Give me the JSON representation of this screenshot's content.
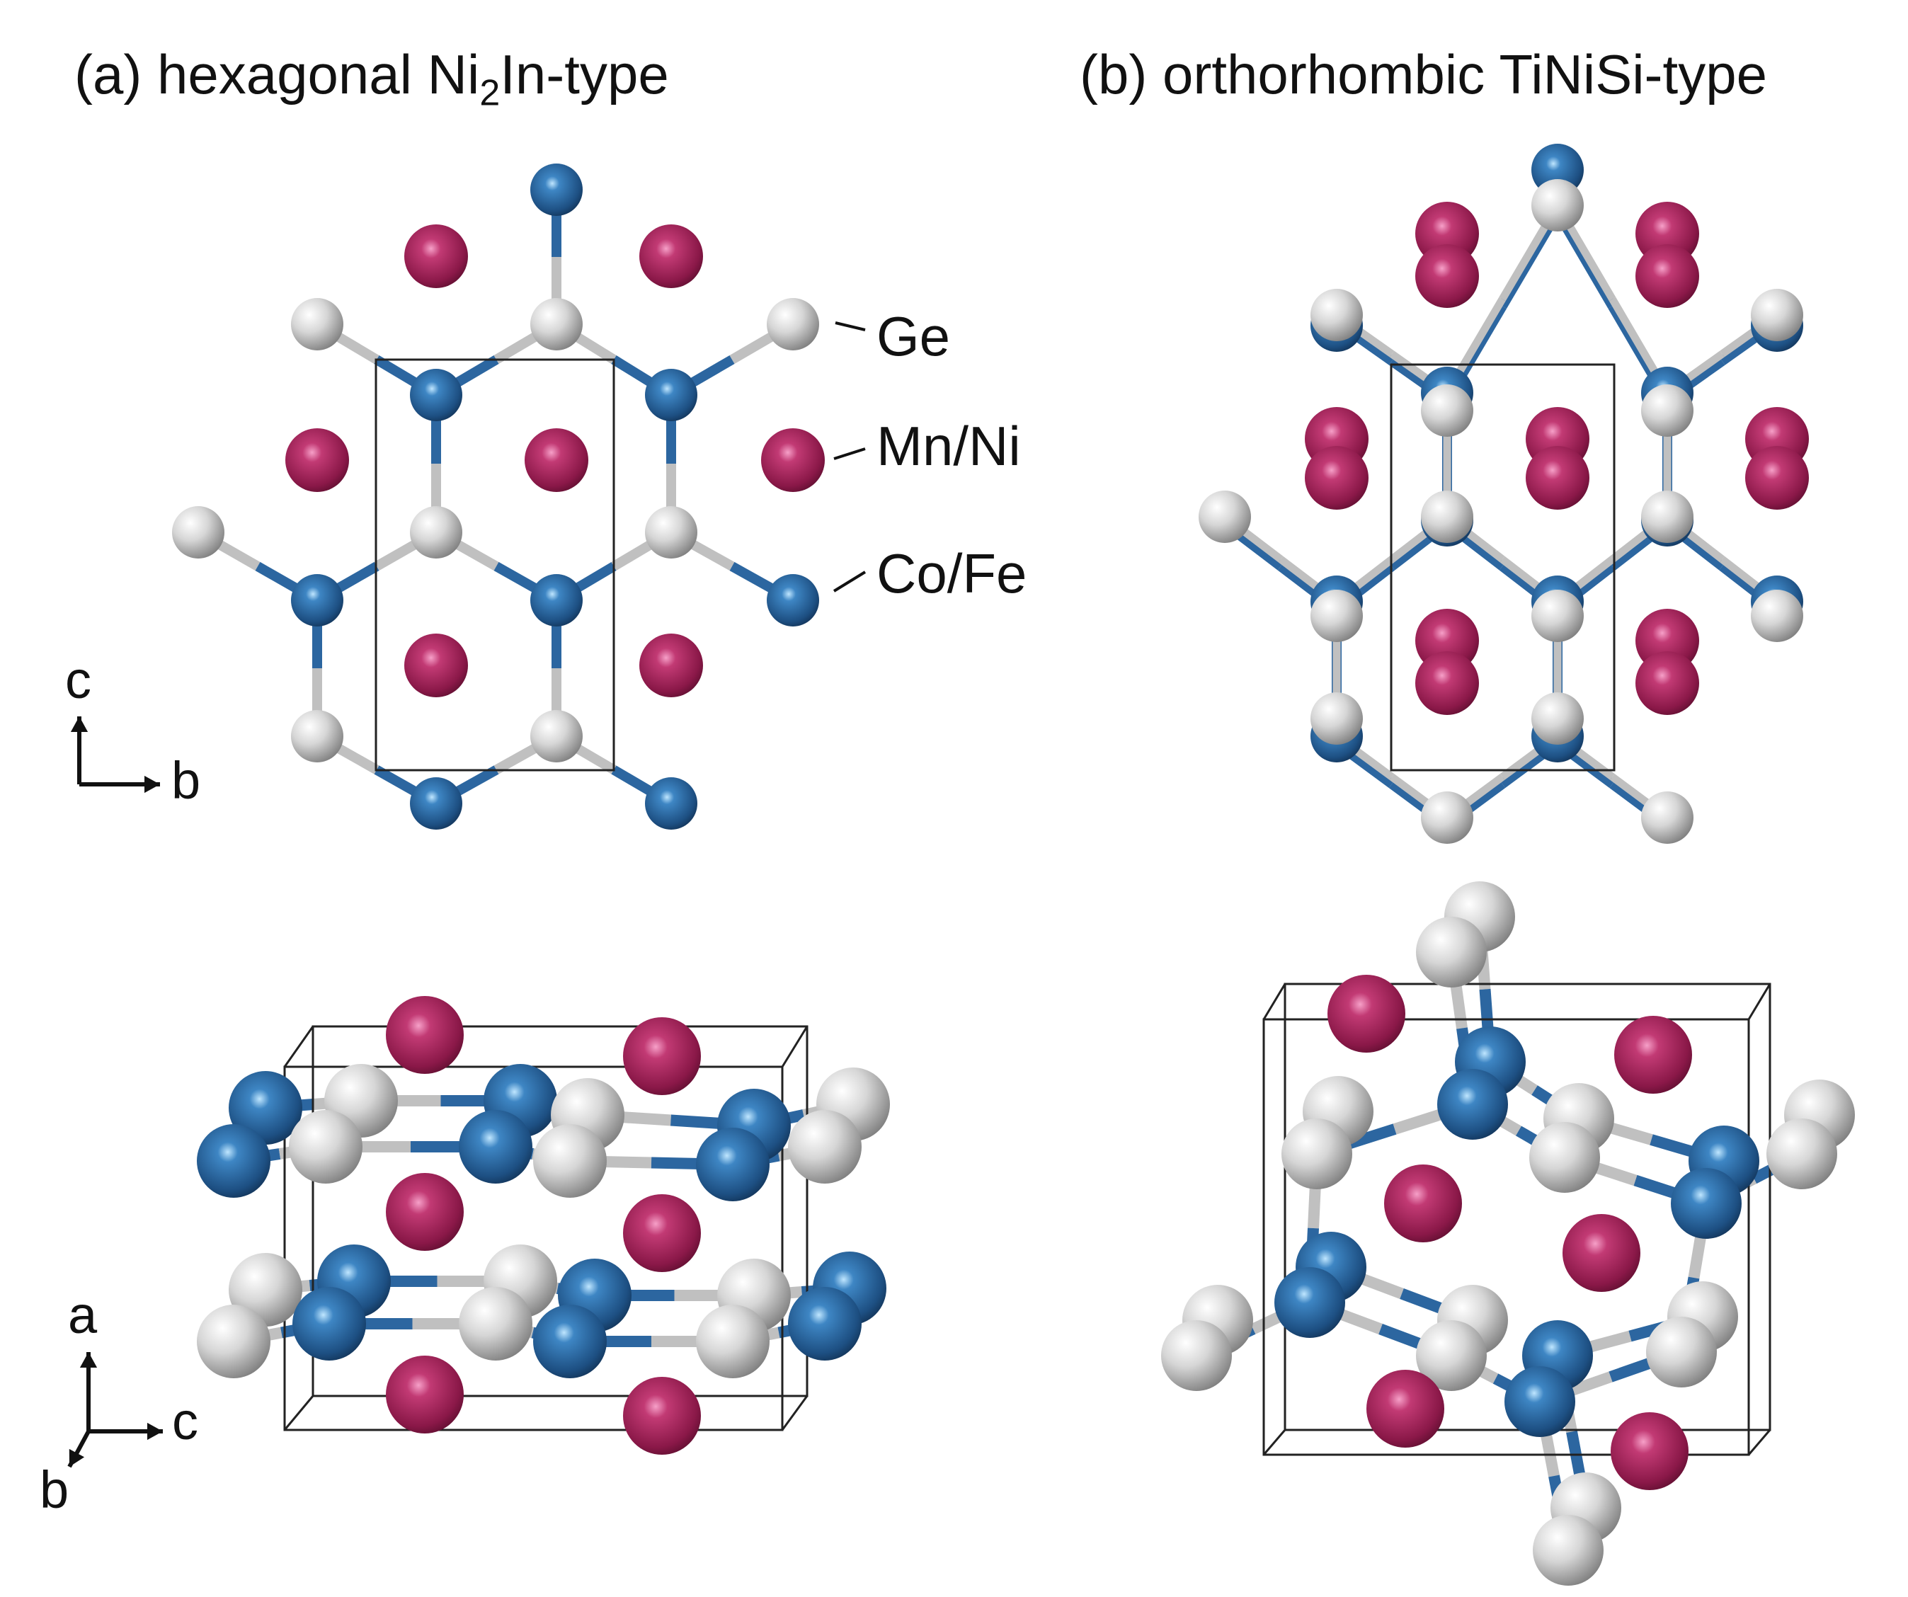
{
  "panel_a": {
    "title_prefix": "(a) hexagonal Ni",
    "title_sub": "2",
    "title_suffix": "In-type"
  },
  "panel_b": {
    "title": "(b) orthorhombic TiNiSi-type"
  },
  "legend": {
    "ge": "Ge",
    "mn_ni": "Mn/Ni",
    "co_fe": "Co/Fe"
  },
  "axes_top": {
    "vertical": "c",
    "horizontal": "b"
  },
  "axes_bottom": {
    "vertical": "a",
    "horizontal": "c",
    "diagonal": "b"
  },
  "colors": {
    "ge": "#c8c8c8",
    "mn_ni": "#8a1848",
    "co_fe": "#1f5a8e",
    "bond_blue": "#2c66a0",
    "bond_grey": "#c0c0c0",
    "cell": "#222222"
  }
}
